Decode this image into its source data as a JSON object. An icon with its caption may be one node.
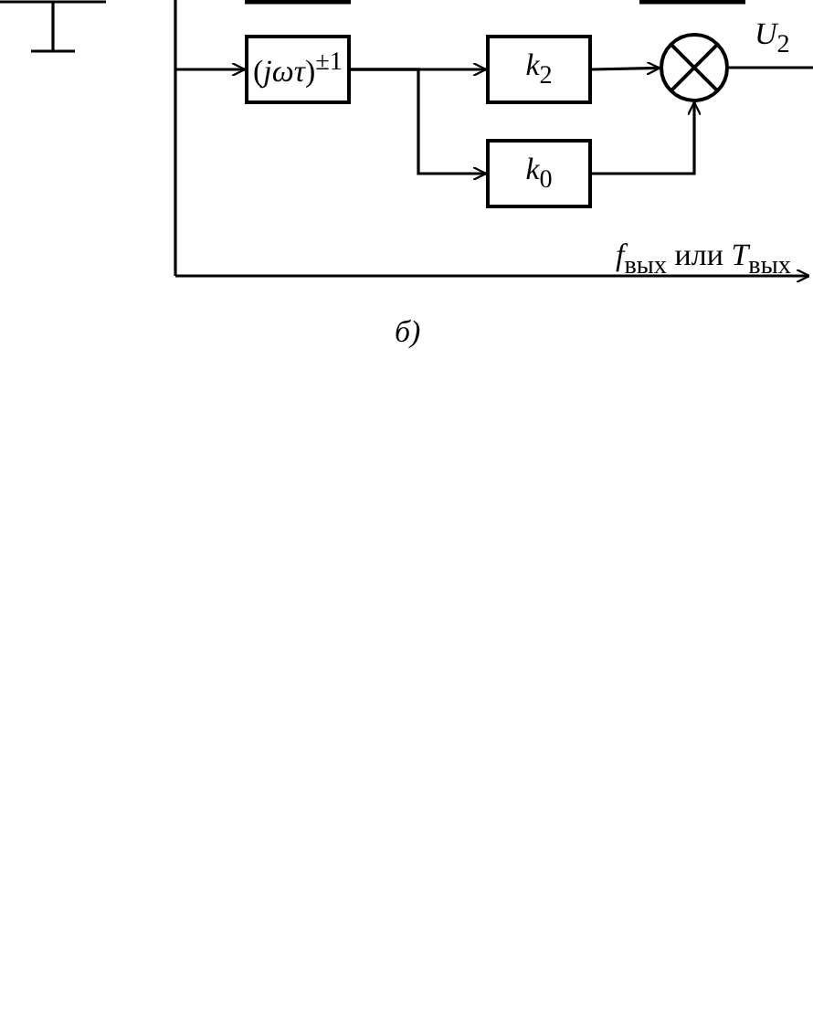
{
  "diagram": {
    "caption": "б)",
    "nodes": [
      {
        "text": [
          "(*jωτ*)$^{±1}$"
        ]
      },
      {
        "text": [
          "*k*$_{2}$"
        ]
      },
      {
        "text": [
          "*k*$_{0}$"
        ]
      },
      {
        "text": [],
        "shape": "circle"
      }
    ],
    "edges": [
      {
        "from": null,
        "to": 0,
        "arrow": "to"
      },
      {
        "from": 0,
        "to": 1,
        "arrow": "to"
      },
      {
        "from": 0,
        "to": 2,
        "arrow": "to"
      },
      {
        "from": 1,
        "to": 3,
        "arrow": "to"
      },
      {
        "from": 2,
        "to": 3,
        "arrow": "to"
      },
      {
        "from": 3,
        "to": null,
        "arrow": "none",
        "label": "*U*$_{2}$"
      }
    ],
    "labels": [
      "*f*$_{вых}$ или *T*$_{вых}$"
    ]
  }
}
